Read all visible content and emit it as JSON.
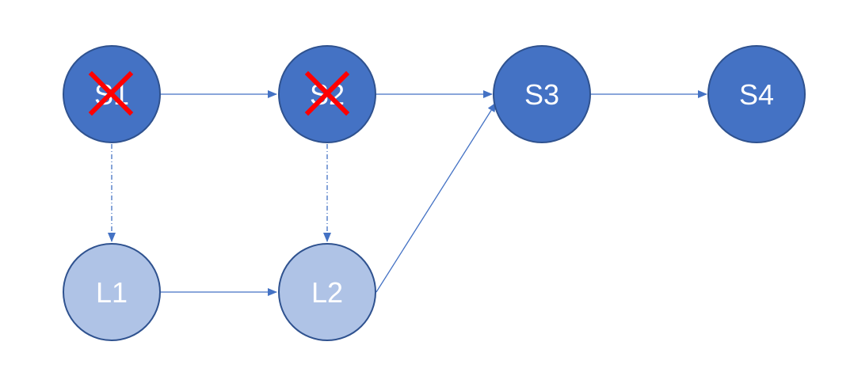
{
  "colors": {
    "primary_node": "#4472C4",
    "primary_border": "#2F528F",
    "light_node": "#AFC3E6",
    "light_border": "#2F528F",
    "edge": "#4472C4",
    "cross": "#FF0000",
    "label": "#FFFFFF"
  },
  "nodes": {
    "s1": {
      "label": "S1",
      "crossed_out": true
    },
    "s2": {
      "label": "S2",
      "crossed_out": true
    },
    "s3": {
      "label": "S3",
      "crossed_out": false
    },
    "s4": {
      "label": "S4",
      "crossed_out": false
    },
    "l1": {
      "label": "L1",
      "crossed_out": false
    },
    "l2": {
      "label": "L2",
      "crossed_out": false
    }
  },
  "edges": [
    {
      "from": "S1",
      "to": "S2",
      "style": "solid"
    },
    {
      "from": "S2",
      "to": "S3",
      "style": "solid"
    },
    {
      "from": "S3",
      "to": "S4",
      "style": "solid"
    },
    {
      "from": "S1",
      "to": "L1",
      "style": "dashed"
    },
    {
      "from": "S2",
      "to": "L2",
      "style": "dashed"
    },
    {
      "from": "L1",
      "to": "L2",
      "style": "solid"
    },
    {
      "from": "L2",
      "to": "S3",
      "style": "solid"
    }
  ]
}
